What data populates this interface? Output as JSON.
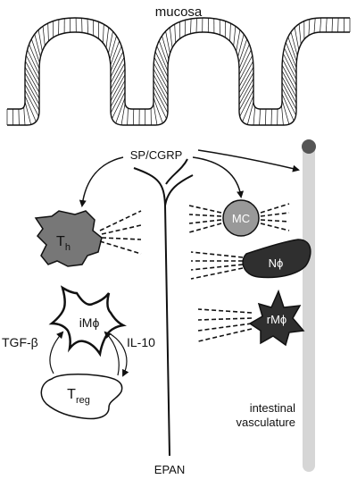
{
  "labels": {
    "mucosa": "mucosa",
    "sp_cgrp": "SP/CGRP",
    "epan": "EPAN",
    "tgf_beta": "TGF-β",
    "il_10": "IL-10",
    "vasculature_line1": "intestinal",
    "vasculature_line2": "vasculature"
  },
  "cells": {
    "th": {
      "main": "T",
      "sub": "h"
    },
    "mc": "MC",
    "neutrophil": "Nϕ",
    "imac": "iMϕ",
    "rmac": "rMϕ",
    "treg": {
      "main": "T",
      "sub": "reg"
    }
  },
  "colors": {
    "th_fill": "#777777",
    "mc_fill": "#999999",
    "dark_fill": "#2f2f2f",
    "vessel": "#d6d6d6",
    "vessel_tip": "#555555",
    "line": "#111111"
  }
}
